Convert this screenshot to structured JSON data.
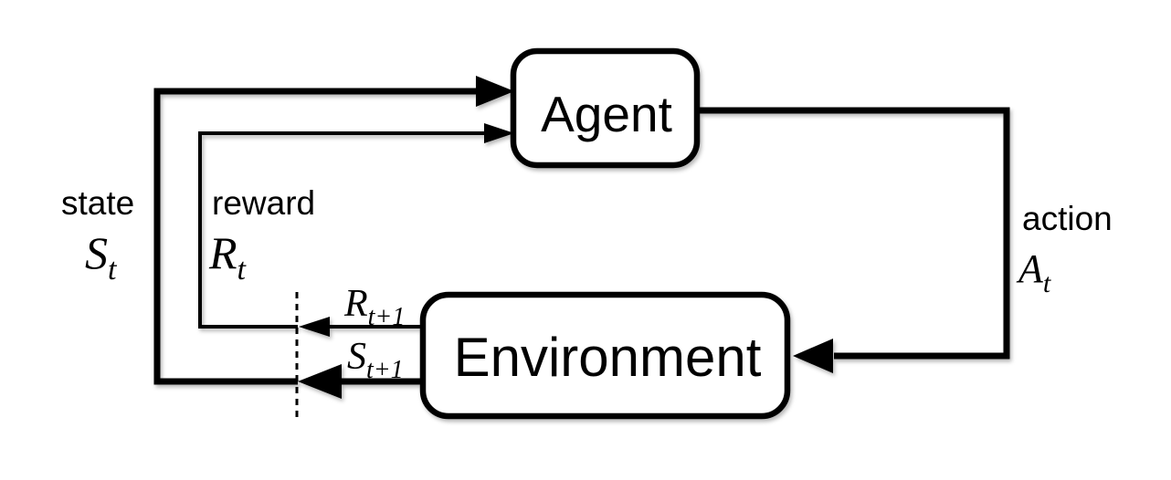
{
  "nodes": {
    "agent": {
      "label": "Agent"
    },
    "environment": {
      "label": "Environment"
    }
  },
  "edges": {
    "state": {
      "word": "state",
      "symbol": "S",
      "subscript": "t"
    },
    "reward": {
      "word": "reward",
      "symbol": "R",
      "subscript": "t"
    },
    "action": {
      "word": "action",
      "symbol": "A",
      "subscript": "t"
    },
    "next_reward": {
      "symbol": "R",
      "subscript": "t+1"
    },
    "next_state": {
      "symbol": "S",
      "subscript": "t+1"
    }
  },
  "colors": {
    "ink": "#000000",
    "background": "#ffffff",
    "node_fill": "#ffffff"
  }
}
